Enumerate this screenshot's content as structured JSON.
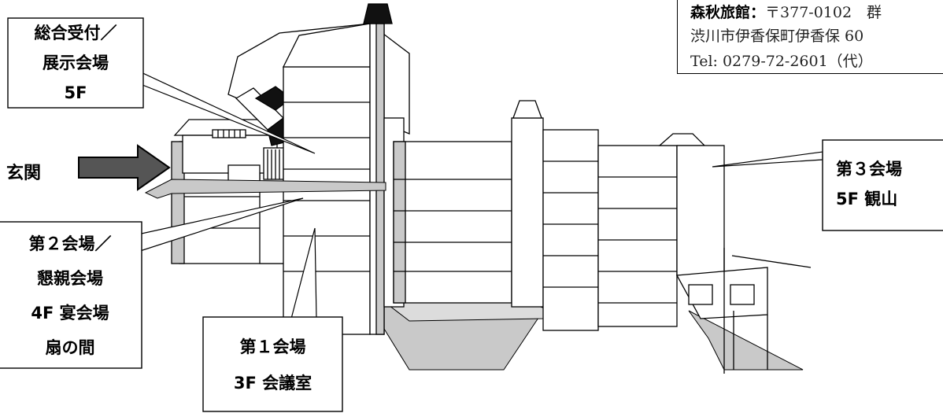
{
  "info": {
    "line1_name": "森秋旅館：",
    "line1_postal": "〒377-0102　群",
    "line2": "渋川市伊香保町伊香保 60",
    "line3": "Tel: 0279-72-2601（代）"
  },
  "entrance": {
    "label": "玄関"
  },
  "callouts": {
    "reception": {
      "line1": "総合受付／",
      "line2": "展示会場",
      "line3": "5F"
    },
    "venue2": {
      "line1": "第２会場／",
      "line2": "懇親会場",
      "line3": "4F 宴会場",
      "line4": "扇の間"
    },
    "venue1": {
      "line1": "第１会場",
      "line2": "3F 会議室"
    },
    "venue3": {
      "line1": "第３会場",
      "line2": "5F 観山"
    }
  },
  "colors": {
    "shade": "#c9c9c9",
    "dark": "#111111",
    "arrow": "#555555",
    "line": "#000000"
  }
}
